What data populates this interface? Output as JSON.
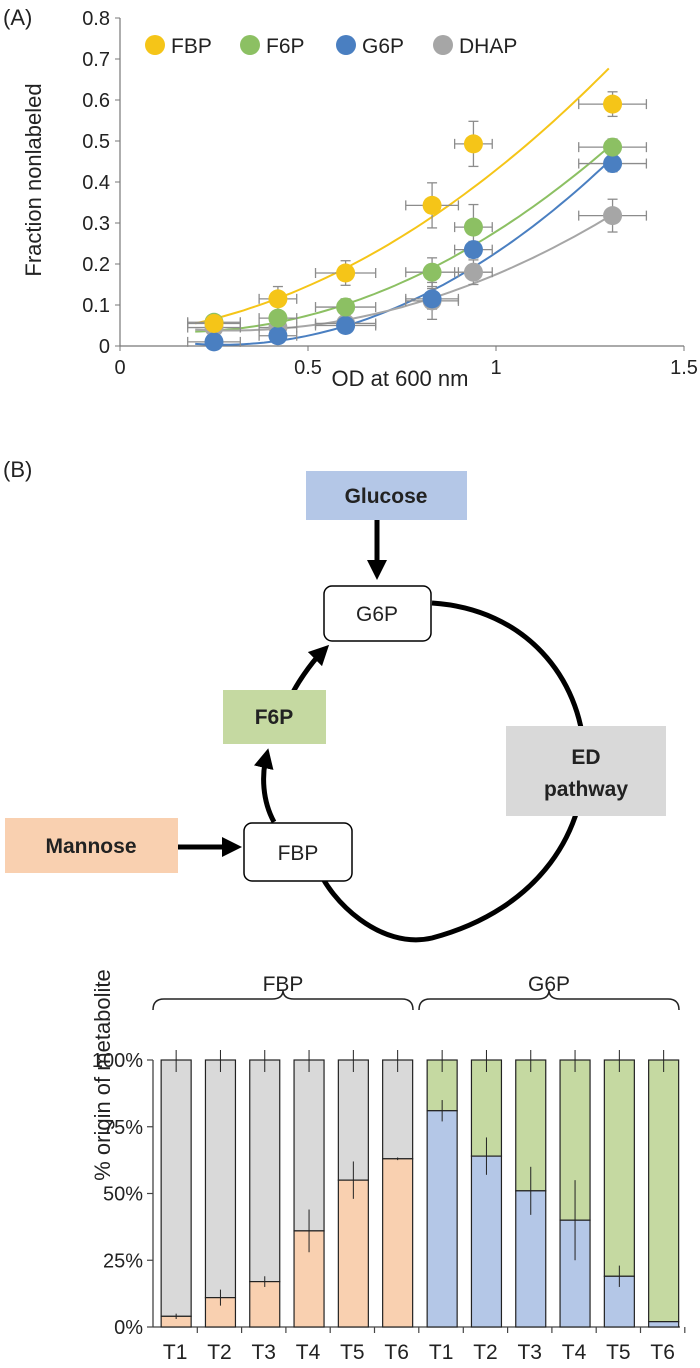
{
  "panels": {
    "a": "(A)",
    "b": "(B)"
  },
  "chart_data": [
    {
      "type": "scatter",
      "xlabel": "OD at 600 nm",
      "ylabel": "Fraction nonlabeled",
      "xlim": [
        0,
        1.5
      ],
      "ylim": [
        0,
        0.8
      ],
      "xticks": [
        "0",
        "0.5",
        "1",
        "1.5"
      ],
      "yticks": [
        "0",
        "0.1",
        "0.2",
        "0.3",
        "0.4",
        "0.5",
        "0.6",
        "0.7",
        "0.8"
      ],
      "grid": false,
      "legend_position": "top",
      "x": [
        0.25,
        0.42,
        0.6,
        0.83,
        0.94,
        1.31
      ],
      "x_err": [
        0.07,
        0.05,
        0.08,
        0.07,
        0.05,
        0.09
      ],
      "series": [
        {
          "name": "FBP",
          "color": "#f5c518",
          "values": [
            0.055,
            0.115,
            0.178,
            0.343,
            0.493,
            0.59
          ],
          "errors": [
            0.015,
            0.03,
            0.03,
            0.055,
            0.055,
            0.03
          ],
          "fit": [
            0.2,
            0.7,
            1.3,
            0.055,
            0.24,
            0.677
          ]
        },
        {
          "name": "F6P",
          "color": "#8cc063",
          "values": [
            0.058,
            0.068,
            0.095,
            0.18,
            0.29,
            0.485
          ],
          "errors": [
            0.01,
            0.015,
            0.02,
            0.035,
            0.055,
            0.02
          ],
          "fit": [
            0.2,
            0.75,
            1.3,
            0.035,
            0.155,
            0.485
          ]
        },
        {
          "name": "G6P",
          "color": "#4a7fc1",
          "values": [
            0.01,
            0.025,
            0.05,
            0.115,
            0.235,
            0.445
          ],
          "errors": [
            0.005,
            0.01,
            0.015,
            0.025,
            0.02,
            0.02
          ],
          "fit": [
            0.2,
            0.75,
            1.3,
            0.005,
            0.1,
            0.45
          ]
        },
        {
          "name": "DHAP",
          "color": "#a6a6a6",
          "values": [
            0.045,
            0.045,
            0.055,
            0.11,
            0.18,
            0.318
          ],
          "errors": [
            0.01,
            0.01,
            0.015,
            0.045,
            0.03,
            0.04
          ],
          "fit": [
            0.2,
            0.75,
            1.3,
            0.04,
            0.095,
            0.315
          ]
        }
      ]
    },
    {
      "type": "bar",
      "stacked": true,
      "ylabel": "% origin of metabolite",
      "ylim": [
        0,
        100
      ],
      "yticks": [
        "0%",
        "25%",
        "50%",
        "75%",
        "100%"
      ],
      "groups": [
        {
          "name": "FBP",
          "categories": [
            "T1",
            "T2",
            "T3",
            "T4",
            "T5",
            "T6"
          ],
          "bottom_color": "#f9d0b0",
          "top_color": "#d9d9d9",
          "values": [
            4,
            11,
            17,
            36,
            55,
            63
          ],
          "errors": [
            1,
            3,
            2,
            8,
            7,
            0.5
          ]
        },
        {
          "name": "G6P",
          "categories": [
            "T1",
            "T2",
            "T3",
            "T4",
            "T5",
            "T6"
          ],
          "bottom_color": "#b4c7e7",
          "top_color": "#c5d9a1",
          "values": [
            81,
            64,
            51,
            40,
            19,
            2
          ],
          "errors": [
            4,
            7,
            9,
            15,
            4,
            0
          ]
        }
      ]
    }
  ],
  "pathway": {
    "glucose": "Glucose",
    "g6p": "G6P",
    "f6p": "F6P",
    "ed_line1": "ED",
    "ed_line2": "pathway",
    "mannose": "Mannose",
    "fbp": "FBP",
    "colors": {
      "glucose": "#b4c7e7",
      "f6p": "#c5d9a1",
      "ed": "#d9d9d9",
      "mannose": "#f9d0b0"
    }
  }
}
